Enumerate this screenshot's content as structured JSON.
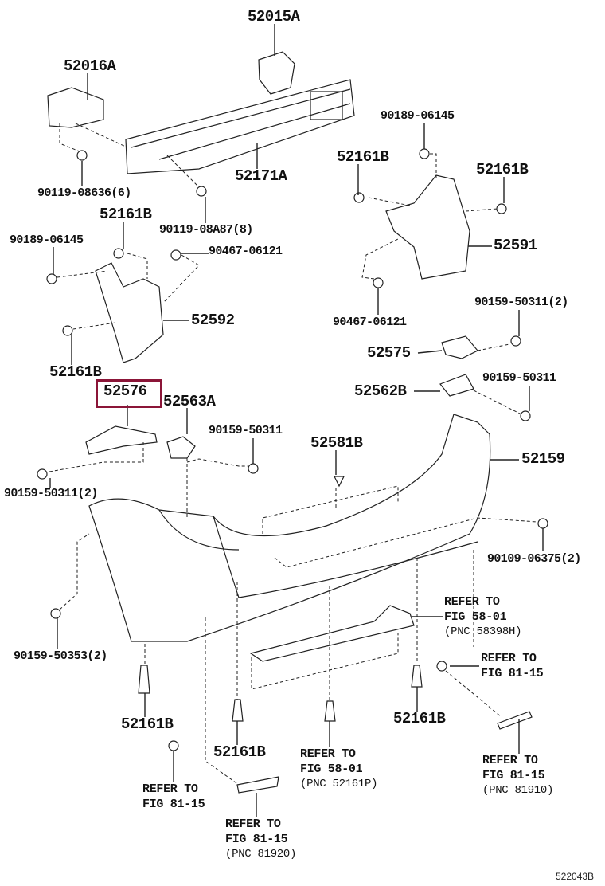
{
  "diagram_id": "522043B",
  "highlight_color": "#8b1538",
  "highlighted_part": "52576",
  "parts": {
    "p52015A": "52015A",
    "p52016A": "52016A",
    "p52171A": "52171A",
    "p90119_08636": "90119-08636(6)",
    "p90119_08A87": "90119-08A87(8)",
    "p52161B_a": "52161B",
    "p90189_06145_l": "90189-06145",
    "p90467_06121_l": "90467-06121",
    "p52592": "52592",
    "p52161B_b": "52161B",
    "p52576": "52576",
    "p52563A": "52563A",
    "p90189_06145_r": "90189-06145",
    "p52161B_c": "52161B",
    "p52161B_d": "52161B",
    "p52591": "52591",
    "p90467_06121_r": "90467-06121",
    "p90159_50311_2r": "90159-50311(2)",
    "p52575": "52575",
    "p90159_50311_r": "90159-50311",
    "p52562B": "52562B",
    "p90159_50311_m": "90159-50311",
    "p52581B": "52581B",
    "p52159": "52159",
    "p90159_50311_2l": "90159-50311(2)",
    "p90109_06375": "90109-06375(2)",
    "p90159_50353": "90159-50353(2)",
    "p52161B_e": "52161B",
    "p52161B_f": "52161B",
    "p52161B_g": "52161B"
  },
  "refs": [
    {
      "l1": "REFER TO",
      "l2": "FIG 58-01",
      "pnc": "(PNC 58398H)"
    },
    {
      "l1": "REFER TO",
      "l2": "FIG 81-15"
    },
    {
      "l1": "REFER TO",
      "l2": "FIG 58-01",
      "pnc": "(PNC 52161P)"
    },
    {
      "l1": "REFER TO",
      "l2": "FIG 81-15"
    },
    {
      "l1": "REFER TO",
      "l2": "FIG 81-15",
      "pnc": "(PNC 81910)"
    },
    {
      "l1": "REFER TO",
      "l2": "FIG 81-15",
      "pnc": "(PNC 81920)"
    }
  ]
}
